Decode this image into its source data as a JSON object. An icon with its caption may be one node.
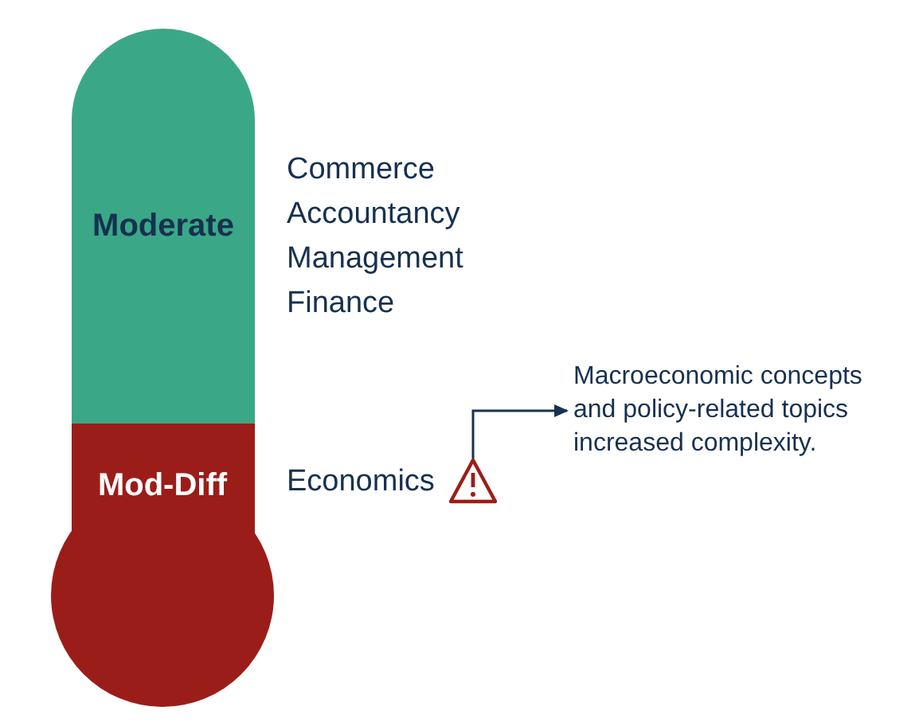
{
  "diagram": {
    "nodes": [
      {
        "text": [
          "Moderate"
        ]
      },
      {
        "text": [
          "Mod-Diff"
        ]
      },
      {
        "text": [],
        "shape": "triangle"
      },
      {
        "text": [
          "Macroeconomic concepts and policy-related topics increased complexity."
        ]
      }
    ],
    "edges": [
      {
        "from": 2,
        "to": 3,
        "arrow": "to"
      }
    ],
    "labels": [
      "Commerce",
      "Accountancy",
      "Management",
      "Finance",
      "Economics"
    ]
  }
}
